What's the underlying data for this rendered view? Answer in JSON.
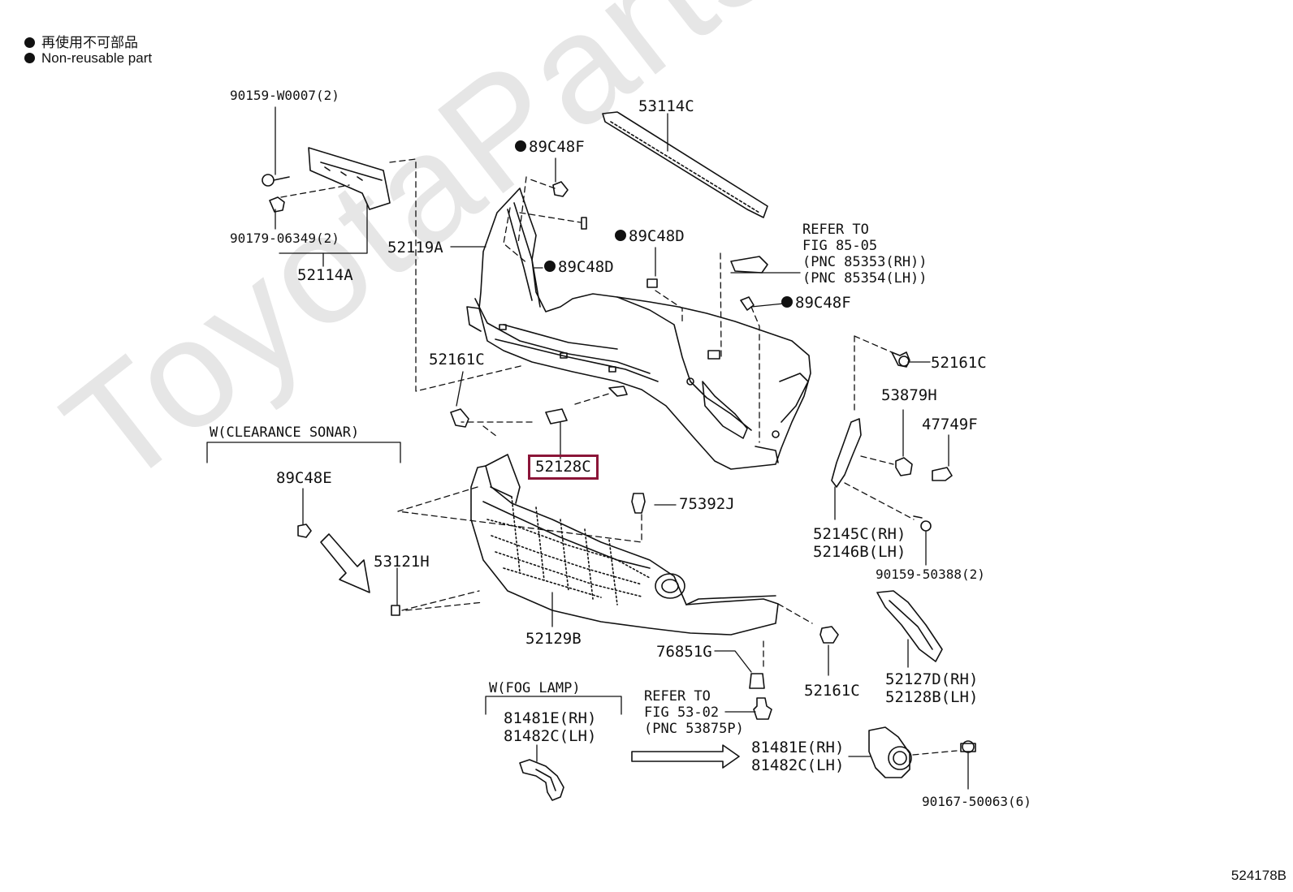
{
  "legend": {
    "items": [
      {
        "text": "再使用不可部品"
      },
      {
        "text": "Non-reusable part"
      }
    ]
  },
  "watermark": "ToyotaPartsOnline.ru",
  "diagram_id": "524178B",
  "labels": {
    "p90159_w0007": "90159-W0007(2)",
    "p90179_06349": "90179-06349(2)",
    "p52114a": "52114A",
    "p52119a": "52119A",
    "p53114c": "53114C",
    "p89c48f_top": "89C48F",
    "p89c48d_left": "89C48D",
    "p89c48d_mid": "89C48D",
    "refer_85": "REFER TO\nFIG 85-05\n(PNC 85353(RH))\n(PNC 85354(LH))",
    "p89c48f_right": "89C48F",
    "p52161c_right": "52161C",
    "p52161c_left": "52161C",
    "p53879h": "53879H",
    "p47749f": "47749F",
    "p52128c": "52128C",
    "sonar_group": "W(CLEARANCE SONAR)",
    "p89c48e": "89C48E",
    "p75392j": "75392J",
    "p53121h": "53121H",
    "p52145c": "52145C(RH)\n52146B(LH)",
    "p90159_50388": "90159-50388(2)",
    "p52129b": "52129B",
    "p76851g": "76851G",
    "p52161c_bottom": "52161C",
    "p52127d": "52127D(RH)\n52128B(LH)",
    "foglamp_group": "W(FOG LAMP)",
    "p81481e_left": "81481E(RH)\n81482C(LH)",
    "refer_53": "REFER TO\nFIG 53-02\n(PNC 53875P)",
    "p81481e_right": "81481E(RH)\n81482C(LH)",
    "p90167_50063": "90167-50063(6)"
  },
  "colors": {
    "line": "#111111",
    "highlight": "#8b1538",
    "watermark": "#e6e6e6"
  }
}
